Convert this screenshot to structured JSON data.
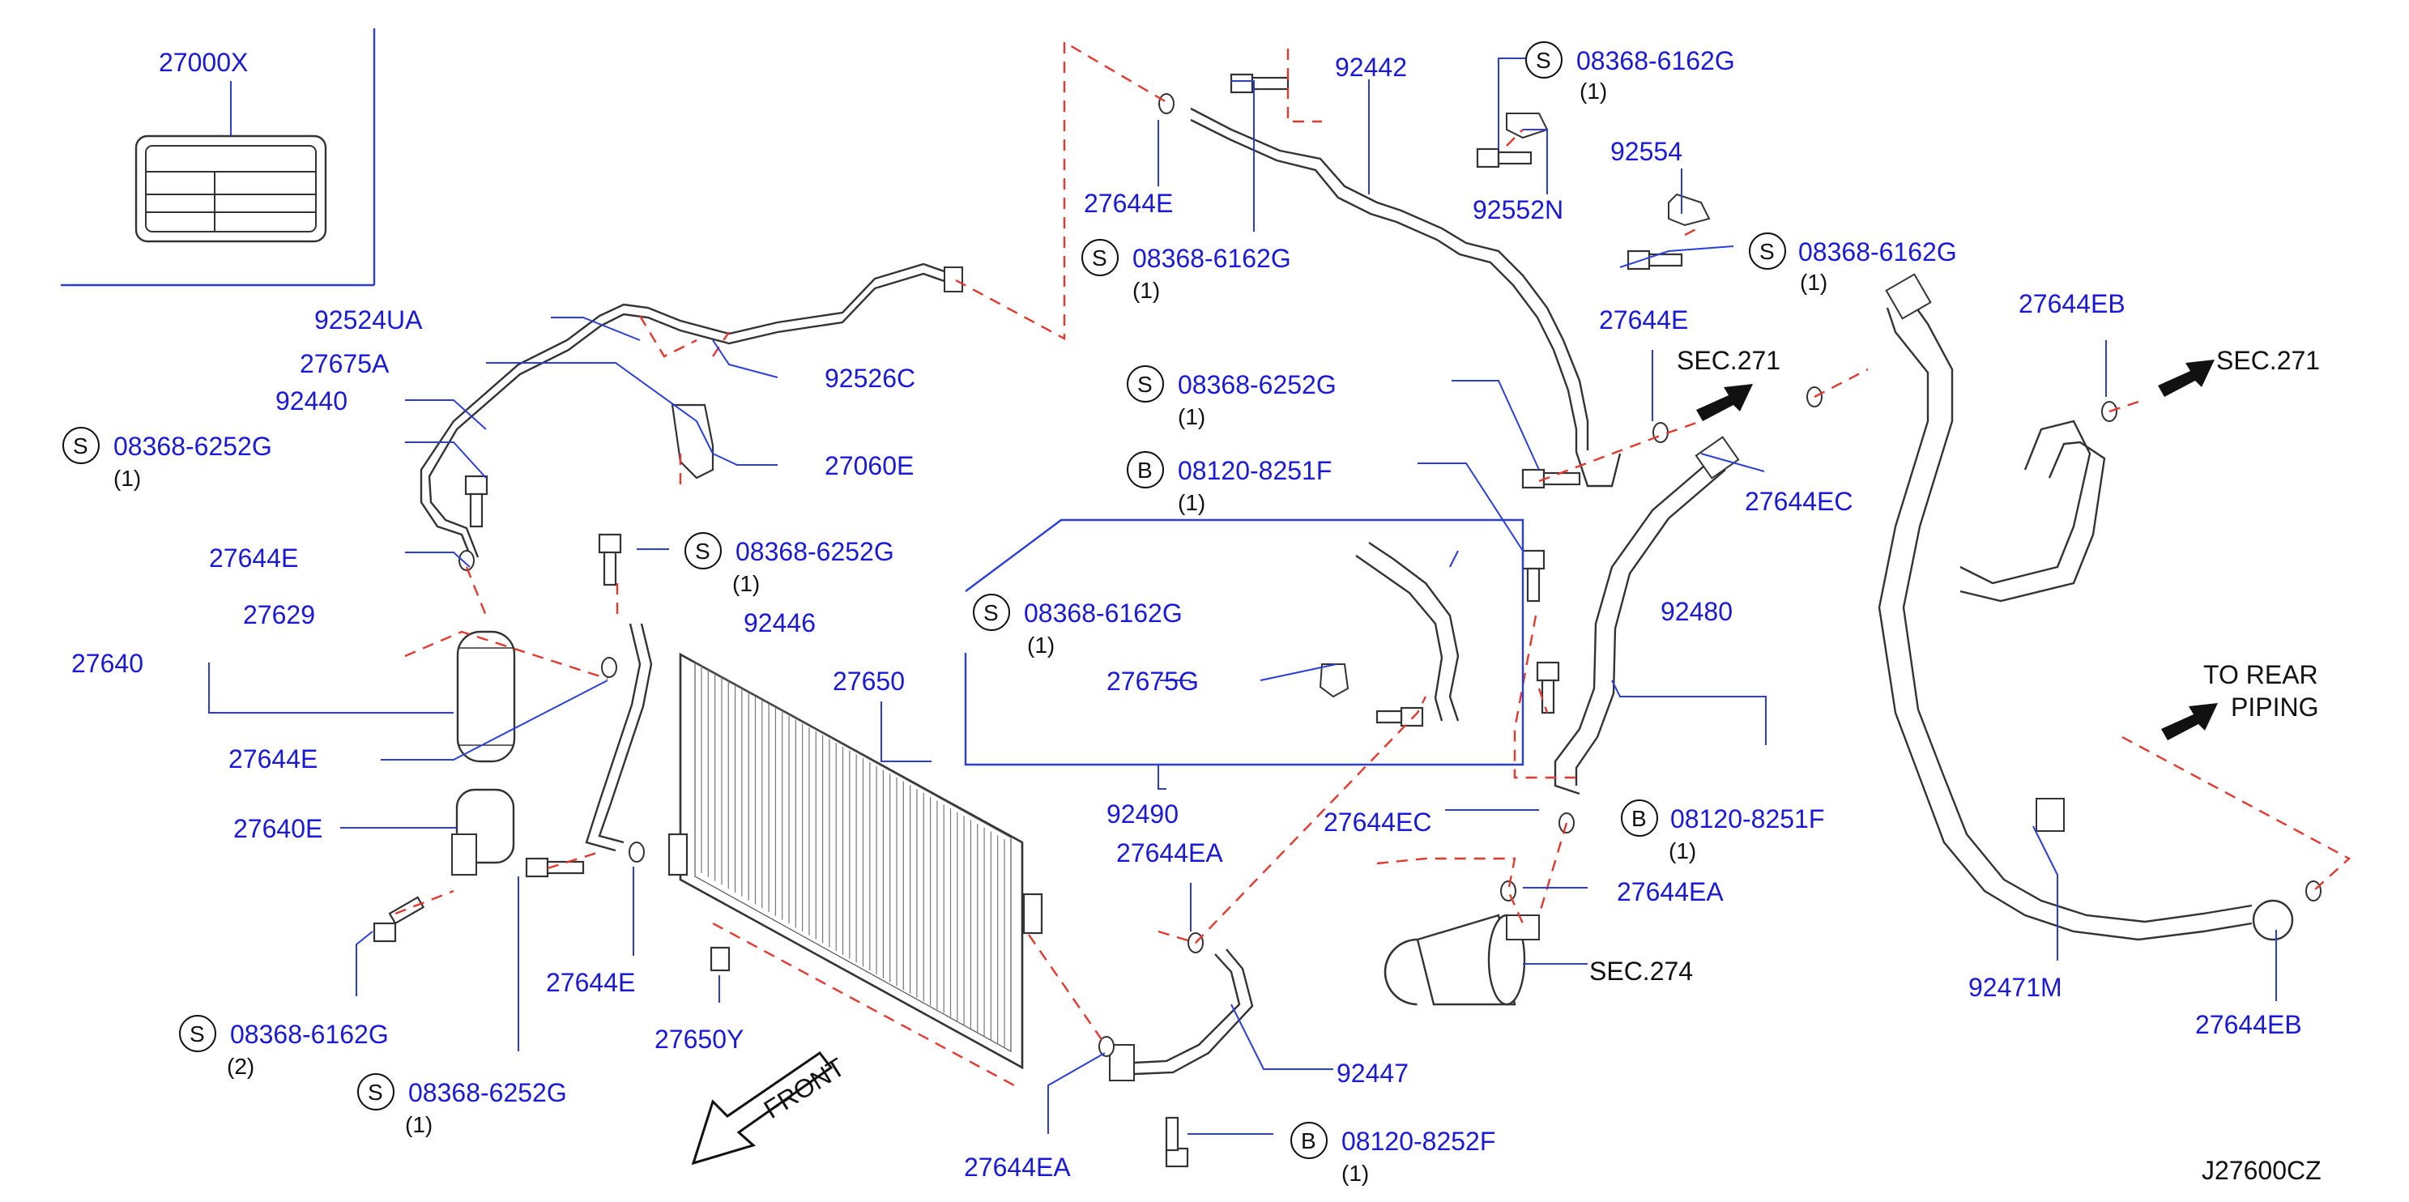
{
  "title_block": {
    "code": "J27600CZ",
    "label_part": "27000X"
  },
  "parts": {
    "p92442": "92442",
    "p27644E_top": "27644E",
    "s_top1": "08368-6162G",
    "s_top1_qty": "(1)",
    "s_top2": "08368-6162G",
    "s_top2_qty": "(1)",
    "p92552N": "92552N",
    "p92554": "92554",
    "s_top3": "08368-6162G",
    "s_top3_qty": "(1)",
    "p27644EB_top": "27644EB",
    "sec271_right": "SEC.271",
    "p92524UA": "92524UA",
    "p27675A": "27675A",
    "p92440": "92440",
    "p92526C": "92526C",
    "s_left1": "08368-6252G",
    "s_left1_qty": "(1)",
    "p27060E": "27060E",
    "p27644E_r": "27644E",
    "sec271_mid": "SEC.271",
    "s_mid1": "08368-6252G",
    "s_mid1_qty": "(1)",
    "b_mid1": "08120-8251F",
    "b_mid1_qty": "(1)",
    "p27644EC_top": "27644EC",
    "p27644E_left": "27644E",
    "s_left2": "08368-6252G",
    "s_left2_qty": "(1)",
    "p27640": "27640",
    "p27644E_left2": "27644E",
    "p27640E": "27640E",
    "p27650": "27650",
    "box_bolt": "08368-6162G",
    "box_bolt_qty": "(1)",
    "p27675G": "27675G",
    "p92490": "92490",
    "p27644EC_mid": "27644EC",
    "b_mid2": "08120-8251F",
    "b_mid2_qty": "(1)",
    "to_rear": "TO  REAR",
    "piping": "PIPING",
    "p27644EA_mid": "27644EA",
    "p27644EA_r": "27644EA",
    "p27644E_bot": "27644E",
    "s_bot1": "08368-6162G",
    "s_bot1_qty": "(2)",
    "s_bot2": "08368-6252G",
    "s_bot2_qty": "(1)",
    "p27650Y": "27650Y",
    "sec274": "SEC.274",
    "p92471M": "92471M",
    "p27644EB_bot": "27644EB",
    "p92447": "92447",
    "p27644EA_bot": "27644EA",
    "b_bot": "08120-8252F",
    "b_bot_qty": "(1)",
    "front": "FRONT",
    "frag_27629": "27629",
    "frag_92446": "92446",
    "frag_92480": "92480"
  },
  "markers": {
    "S": "S",
    "B": "B"
  }
}
